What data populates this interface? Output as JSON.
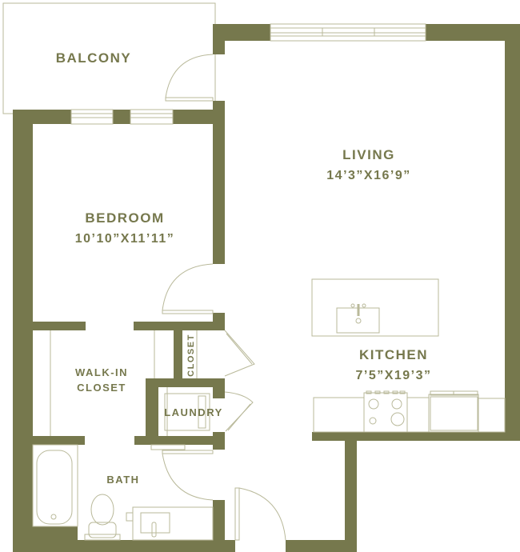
{
  "floor_plan": {
    "wall_color": "#76784d",
    "line_color": "#b9b99a",
    "rooms": [
      {
        "id": "balcony",
        "name": "BALCONY",
        "dimensions": ""
      },
      {
        "id": "living",
        "name": "LIVING",
        "dimensions": "14’3”X16’9”"
      },
      {
        "id": "bedroom",
        "name": "BEDROOM",
        "dimensions": "10’10”X11’11”"
      },
      {
        "id": "kitchen",
        "name": "KITCHEN",
        "dimensions": "7’5”X19’3”"
      },
      {
        "id": "walk-in-closet",
        "name_line1": "WALK-IN",
        "name_line2": "CLOSET"
      },
      {
        "id": "closet",
        "name": "CLOSET"
      },
      {
        "id": "laundry",
        "name": "LAUNDRY"
      },
      {
        "id": "bath",
        "name": "BATH"
      }
    ]
  }
}
